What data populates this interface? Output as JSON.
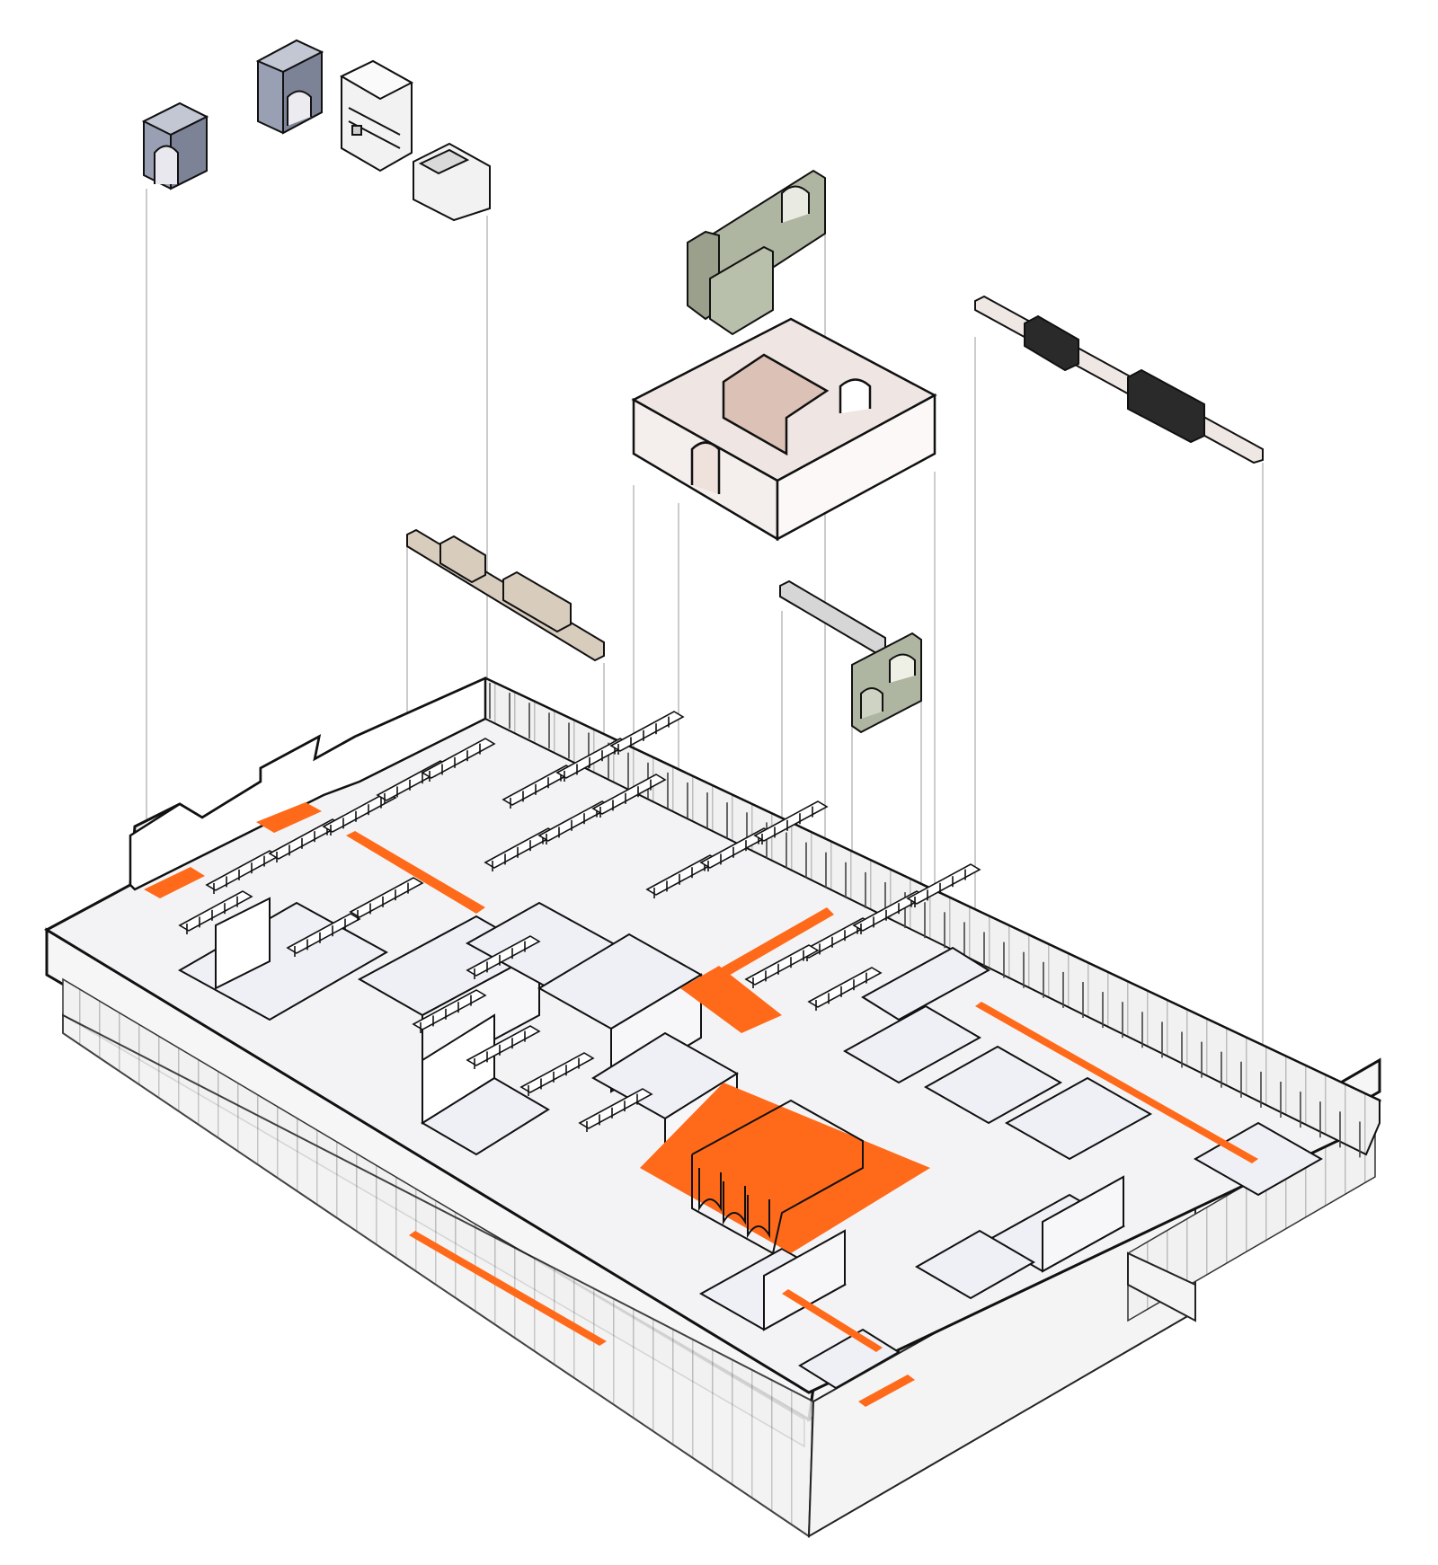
{
  "drawing": {
    "type": "exploded axonometric office floor plan",
    "accent_color": "#ff6a1a",
    "floor_color": "#f3f3f5",
    "wall_color": "#ffffff",
    "line_color": "#111111",
    "glazing_color": "#e6e6e6",
    "components": [
      {
        "name": "grey-arch-pod-left",
        "color": "#9aa0b4"
      },
      {
        "name": "grey-arch-pod-right",
        "color": "#9aa0b4"
      },
      {
        "name": "kitchen-unit",
        "color": "#f2f2f2"
      },
      {
        "name": "reception-bench",
        "color": "#f2f2f2"
      },
      {
        "name": "green-shelving-wall-top",
        "color": "#aeb5a0"
      },
      {
        "name": "meeting-room-box",
        "color": "#efe6e3"
      },
      {
        "name": "pink-bench-block",
        "color": "#dcc2b6"
      },
      {
        "name": "long-desk-rail-right",
        "color": "#efe7e4"
      },
      {
        "name": "desk-rail-left",
        "color": "#d8ccbd"
      },
      {
        "name": "green-arch-wall",
        "color": "#aeb5a0"
      },
      {
        "name": "desk-rail-middle",
        "color": "#d6d6d6"
      }
    ]
  }
}
